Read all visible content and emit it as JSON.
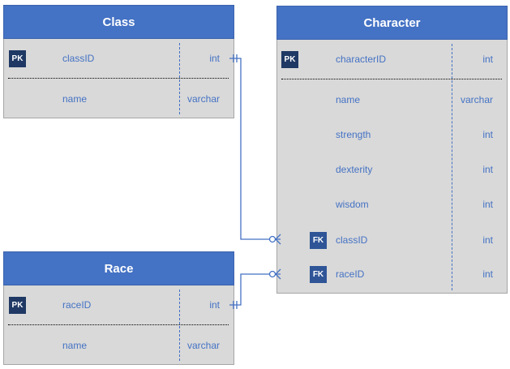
{
  "colors": {
    "header": "#4472c4",
    "pk_badge": "#1f3864",
    "fk_badge": "#2f5597",
    "body": "#d9d9d9",
    "text": "#4472c4",
    "line": "#4472c4"
  },
  "entities": {
    "class": {
      "title": "Class",
      "fields": [
        {
          "key": "PK",
          "name": "classID",
          "type": "int"
        },
        {
          "key": "",
          "name": "name",
          "type": "varchar"
        }
      ]
    },
    "race": {
      "title": "Race",
      "fields": [
        {
          "key": "PK",
          "name": "raceID",
          "type": "int"
        },
        {
          "key": "",
          "name": "name",
          "type": "varchar"
        }
      ]
    },
    "character": {
      "title": "Character",
      "fields": [
        {
          "key": "PK",
          "name": "characterID",
          "type": "int"
        },
        {
          "key": "",
          "name": "name",
          "type": "varchar"
        },
        {
          "key": "",
          "name": "strength",
          "type": "int"
        },
        {
          "key": "",
          "name": "dexterity",
          "type": "int"
        },
        {
          "key": "",
          "name": "wisdom",
          "type": "int"
        },
        {
          "key": "FK",
          "name": "classID",
          "type": "int"
        },
        {
          "key": "FK",
          "name": "raceID",
          "type": "int"
        }
      ]
    }
  },
  "relationships": [
    {
      "from": "Class.classID",
      "to": "Character.classID",
      "from_cardinality": "one-and-only-one",
      "to_cardinality": "zero-or-many"
    },
    {
      "from": "Race.raceID",
      "to": "Character.raceID",
      "from_cardinality": "one-and-only-one",
      "to_cardinality": "zero-or-many"
    }
  ]
}
